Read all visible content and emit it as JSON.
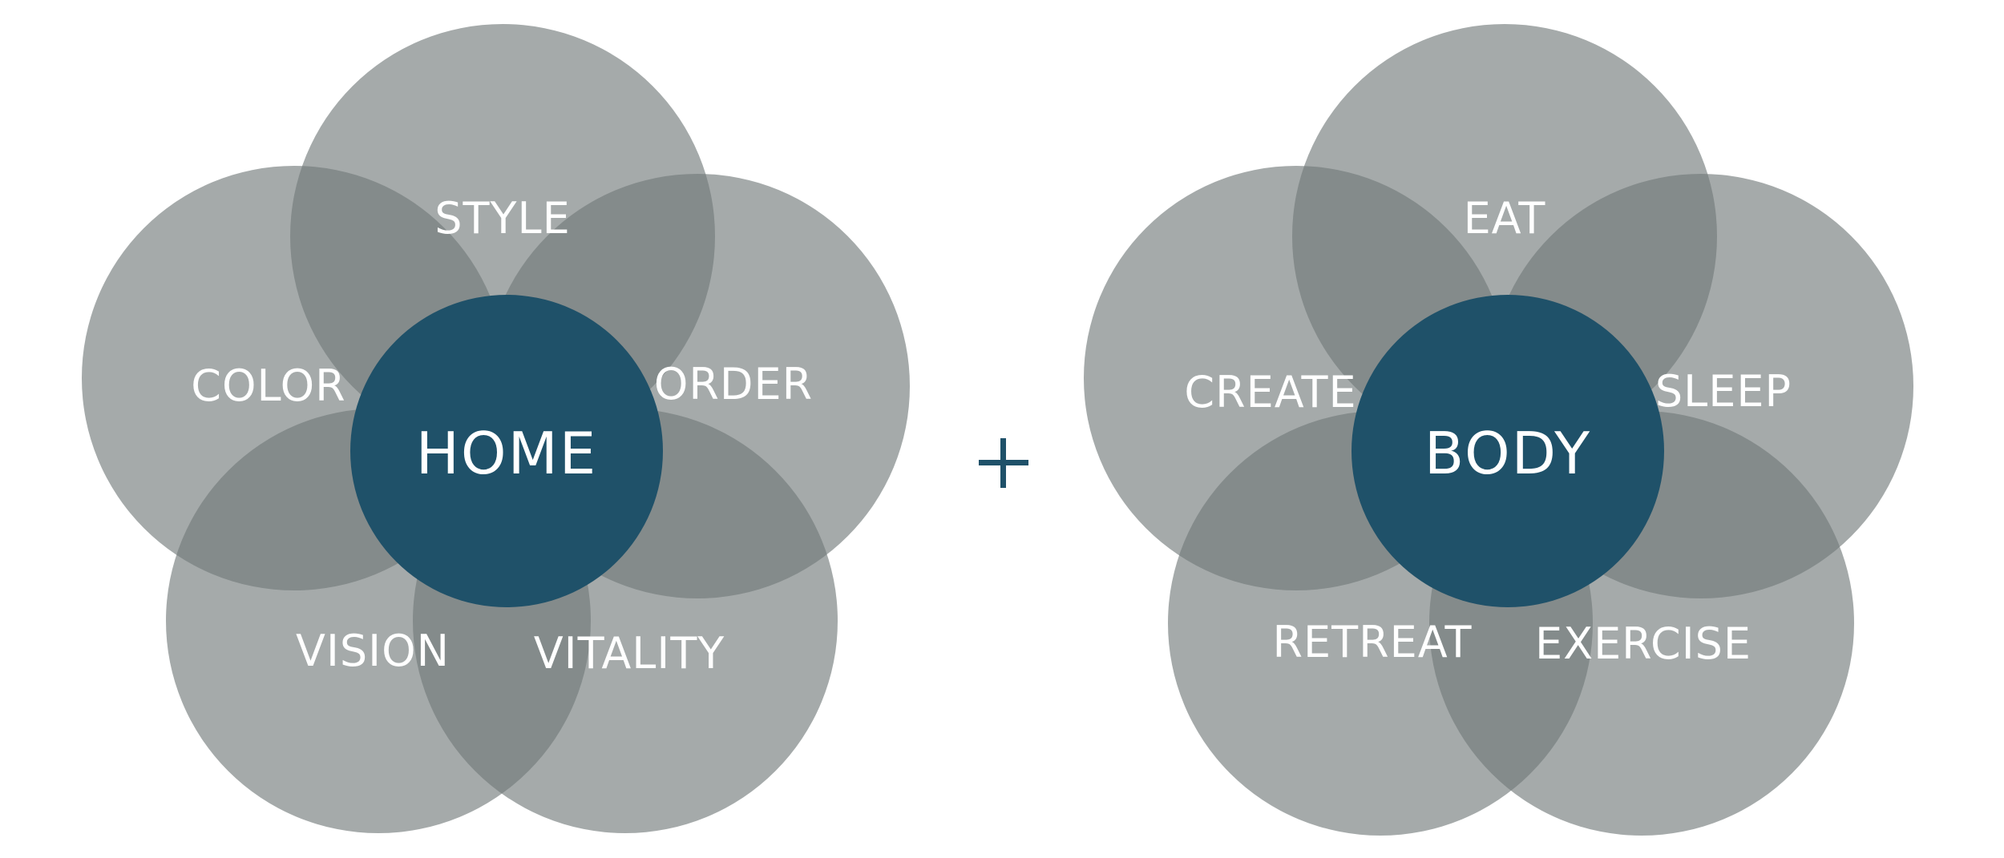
{
  "colors": {
    "center_fill": "#1f5169",
    "petal_fill": "#a3a8a8",
    "petal_overlap": "#7a7e82",
    "text": "#ffffff",
    "plus_sign": "#1f5169"
  },
  "diagrams": [
    {
      "center_label": "HOME",
      "petals": [
        {
          "label": "STYLE"
        },
        {
          "label": "ORDER"
        },
        {
          "label": "VITALITY"
        },
        {
          "label": "VISION"
        },
        {
          "label": "COLOR"
        }
      ]
    },
    {
      "center_label": "BODY",
      "petals": [
        {
          "label": "EAT"
        },
        {
          "label": "SLEEP"
        },
        {
          "label": "EXERCISE"
        },
        {
          "label": "RETREAT"
        },
        {
          "label": "CREATE"
        }
      ]
    }
  ],
  "connector": {
    "icon": "plus-icon"
  }
}
